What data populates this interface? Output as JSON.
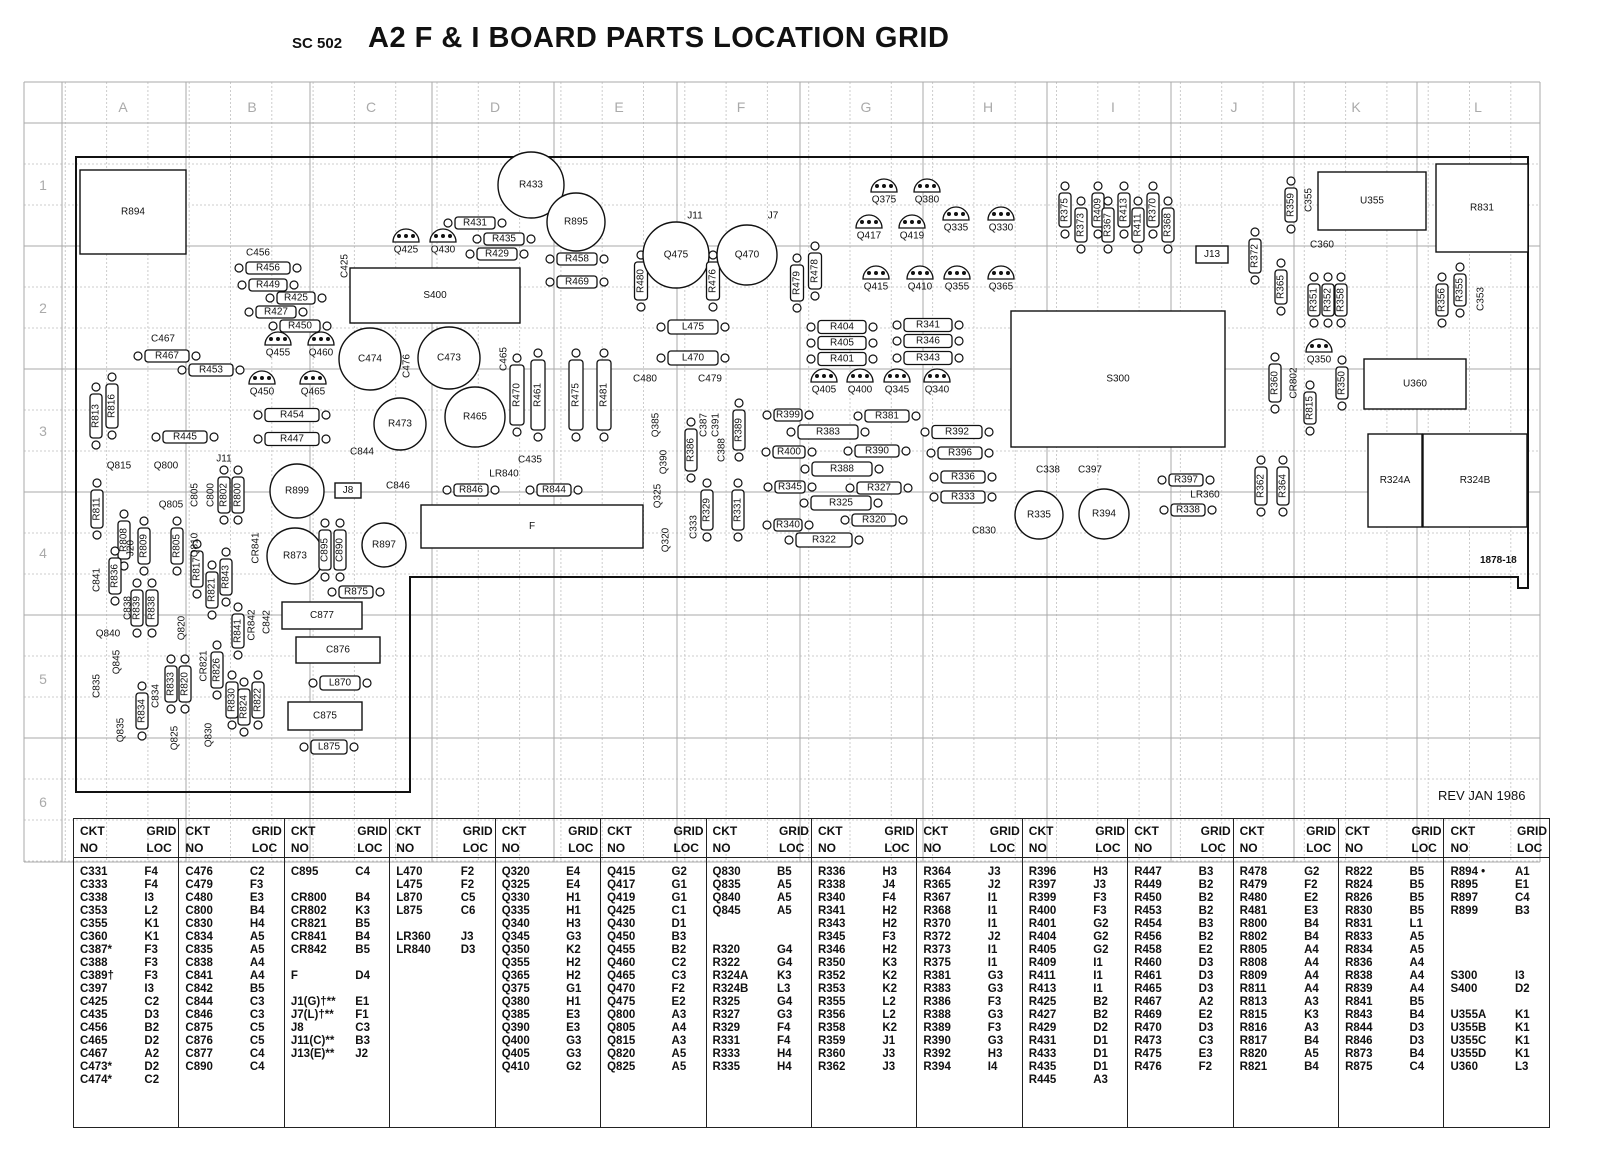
{
  "header": {
    "model": "SC 502",
    "title": "A2 F & I BOARD PARTS LOCATION GRID"
  },
  "grid": {
    "columns": [
      "A",
      "B",
      "C",
      "D",
      "E",
      "F",
      "G",
      "H",
      "I",
      "J",
      "K",
      "L"
    ],
    "rows": [
      "1",
      "2",
      "3",
      "4",
      "5",
      "6"
    ]
  },
  "board": {
    "assembly_number": "1878-18",
    "revision": "REV JAN 1986"
  },
  "component_labels": [
    "R894",
    "R433",
    "R431",
    "R895",
    "R435",
    "R429",
    "R458",
    "R469",
    "C456",
    "R456",
    "R449",
    "R425",
    "R427",
    "R450",
    "C467",
    "R467",
    "R453",
    "C425",
    "S400",
    "Q425",
    "Q430",
    "Q455",
    "Q460",
    "Q450",
    "Q465",
    "C474",
    "C476",
    "C473",
    "C465",
    "R470",
    "R461",
    "R475",
    "R481",
    "R454",
    "R447",
    "R445",
    "R473",
    "R465",
    "C435",
    "LR840",
    "C844",
    "J11",
    "J8",
    "C846",
    "R846",
    "R844",
    "R899",
    "R873",
    "R897",
    "C895",
    "C890",
    "R875",
    "C877",
    "C876",
    "L870",
    "C875",
    "L875",
    "F",
    "J11",
    "J7",
    "R480",
    "Q475",
    "R476",
    "Q470",
    "R479",
    "R478",
    "L475",
    "L470",
    "C480",
    "C479",
    "Q385",
    "Q390",
    "Q325",
    "Q320",
    "R386",
    "C387",
    "C391",
    "C388",
    "R389",
    "R329",
    "C333",
    "R331",
    "R399",
    "R383",
    "R400",
    "R388",
    "R345",
    "R325",
    "R340",
    "R322",
    "R381",
    "R390",
    "R327",
    "R320",
    "R392",
    "R396",
    "R336",
    "R333",
    "Q375",
    "Q380",
    "Q417",
    "Q419",
    "Q335",
    "Q330",
    "Q415",
    "Q410",
    "Q355",
    "Q365",
    "Q405",
    "Q400",
    "Q345",
    "Q340",
    "R404",
    "R405",
    "R401",
    "R341",
    "R346",
    "R343",
    "S300",
    "R375",
    "R373",
    "R409",
    "R367",
    "R413",
    "R411",
    "R370",
    "R368",
    "J13",
    "R372",
    "R365",
    "R359",
    "C355",
    "U355",
    "C360",
    "R831",
    "R351",
    "R352",
    "R358",
    "R356",
    "R355",
    "C353",
    "Q350",
    "R360",
    "CR802",
    "R350",
    "R815",
    "U360",
    "R324A",
    "R324B",
    "R362",
    "R364",
    "R397",
    "LR360",
    "R338",
    "C338",
    "C397",
    "R335",
    "R394",
    "C830",
    "R813",
    "R816",
    "Q815",
    "Q800",
    "R811",
    "R808",
    "R809",
    "C805",
    "R805",
    "C800",
    "R802",
    "R800",
    "CR841",
    "R817",
    "R821",
    "R843",
    "C841",
    "R836",
    "C838",
    "R839",
    "R838",
    "C842",
    "R841",
    "CR842",
    "Q820",
    "Q840",
    "C835",
    "Q845",
    "R834",
    "C834",
    "R833",
    "R820",
    "CR821",
    "R826",
    "R830",
    "R824",
    "R822",
    "Q835",
    "Q825",
    "Q830",
    "J20",
    "Q805",
    "Q810"
  ],
  "table": {
    "header_ckt": [
      "CKT",
      "NO"
    ],
    "header_grid": [
      "GRID",
      "LOC"
    ],
    "columns": [
      [
        [
          "C331",
          "F4"
        ],
        [
          "C333",
          "F4"
        ],
        [
          "C338",
          "I3"
        ],
        [
          "C353",
          "L2"
        ],
        [
          "C355",
          "K1"
        ],
        [
          "C360",
          "K1"
        ],
        [
          "C387*",
          "F3"
        ],
        [
          "C388",
          "F3"
        ],
        [
          "C389†",
          "F3"
        ],
        [
          "C397",
          "I3"
        ],
        [
          "C425",
          "C2"
        ],
        [
          "C435",
          "D3"
        ],
        [
          "C456",
          "B2"
        ],
        [
          "C465",
          "D2"
        ],
        [
          "C467",
          "A2"
        ],
        [
          "C473*",
          "D2"
        ],
        [
          "C474*",
          "C2"
        ]
      ],
      [
        [
          "C476",
          "C2"
        ],
        [
          "C479",
          "F3"
        ],
        [
          "C480",
          "E3"
        ],
        [
          "C800",
          "B4"
        ],
        [
          "C830",
          "H4"
        ],
        [
          "C834",
          "A5"
        ],
        [
          "C835",
          "A5"
        ],
        [
          "C838",
          "A4"
        ],
        [
          "C841",
          "A4"
        ],
        [
          "C842",
          "B5"
        ],
        [
          "C844",
          "C3"
        ],
        [
          "C846",
          "C3"
        ],
        [
          "C875",
          "C5"
        ],
        [
          "C876",
          "C5"
        ],
        [
          "C877",
          "C4"
        ],
        [
          "C890",
          "C4"
        ]
      ],
      [
        [
          "C895",
          "C4"
        ],
        [
          "",
          ""
        ],
        [
          "CR800",
          "B4"
        ],
        [
          "CR802",
          "K3"
        ],
        [
          "CR821",
          "B5"
        ],
        [
          "CR841",
          "B4"
        ],
        [
          "CR842",
          "B5"
        ],
        [
          "",
          ""
        ],
        [
          "F",
          "D4"
        ],
        [
          "",
          ""
        ],
        [
          "J1(G)†**",
          "E1"
        ],
        [
          "J7(L)†**",
          "F1"
        ],
        [
          "J8",
          "C3"
        ],
        [
          "J11(C)**",
          "B3"
        ],
        [
          "J13(E)**",
          "J2"
        ]
      ],
      [
        [
          "L470",
          "F2"
        ],
        [
          "L475",
          "F2"
        ],
        [
          "L870",
          "C5"
        ],
        [
          "L875",
          "C6"
        ],
        [
          "",
          ""
        ],
        [
          "LR360",
          "J3"
        ],
        [
          "LR840",
          "D3"
        ]
      ],
      [
        [
          "Q320",
          "E4"
        ],
        [
          "Q325",
          "E4"
        ],
        [
          "Q330",
          "H1"
        ],
        [
          "Q335",
          "H1"
        ],
        [
          "Q340",
          "H3"
        ],
        [
          "Q345",
          "G3"
        ],
        [
          "Q350",
          "K2"
        ],
        [
          "Q355",
          "H2"
        ],
        [
          "Q365",
          "H2"
        ],
        [
          "Q375",
          "G1"
        ],
        [
          "Q380",
          "H1"
        ],
        [
          "Q385",
          "E3"
        ],
        [
          "Q390",
          "E3"
        ],
        [
          "Q400",
          "G3"
        ],
        [
          "Q405",
          "G3"
        ],
        [
          "Q410",
          "G2"
        ]
      ],
      [
        [
          "Q415",
          "G2"
        ],
        [
          "Q417",
          "G1"
        ],
        [
          "Q419",
          "G1"
        ],
        [
          "Q425",
          "C1"
        ],
        [
          "Q430",
          "D1"
        ],
        [
          "Q450",
          "B3"
        ],
        [
          "Q455",
          "B2"
        ],
        [
          "Q460",
          "C2"
        ],
        [
          "Q465",
          "C3"
        ],
        [
          "Q470",
          "F2"
        ],
        [
          "Q475",
          "E2"
        ],
        [
          "Q800",
          "A3"
        ],
        [
          "Q805",
          "A4"
        ],
        [
          "Q815",
          "A3"
        ],
        [
          "Q820",
          "A5"
        ],
        [
          "Q825",
          "A5"
        ]
      ],
      [
        [
          "Q830",
          "B5"
        ],
        [
          "Q835",
          "A5"
        ],
        [
          "Q840",
          "A5"
        ],
        [
          "Q845",
          "A5"
        ],
        [
          "",
          ""
        ],
        [
          "",
          ""
        ],
        [
          "R320",
          "G4"
        ],
        [
          "R322",
          "G4"
        ],
        [
          "R324A",
          "K3"
        ],
        [
          "R324B",
          "L3"
        ],
        [
          "R325",
          "G4"
        ],
        [
          "R327",
          "G3"
        ],
        [
          "R329",
          "F4"
        ],
        [
          "R331",
          "F4"
        ],
        [
          "R333",
          "H4"
        ],
        [
          "R335",
          "H4"
        ]
      ],
      [
        [
          "R336",
          "H3"
        ],
        [
          "R338",
          "J4"
        ],
        [
          "R340",
          "F4"
        ],
        [
          "R341",
          "H2"
        ],
        [
          "R343",
          "H2"
        ],
        [
          "R345",
          "F3"
        ],
        [
          "R346",
          "H2"
        ],
        [
          "R350",
          "K3"
        ],
        [
          "R352",
          "K2"
        ],
        [
          "R353",
          "K2"
        ],
        [
          "R355",
          "L2"
        ],
        [
          "R356",
          "L2"
        ],
        [
          "R358",
          "K2"
        ],
        [
          "R359",
          "J1"
        ],
        [
          "R360",
          "J3"
        ],
        [
          "R362",
          "J3"
        ]
      ],
      [
        [
          "R364",
          "J3"
        ],
        [
          "R365",
          "J2"
        ],
        [
          "R367",
          "I1"
        ],
        [
          "R368",
          "I1"
        ],
        [
          "R370",
          "I1"
        ],
        [
          "R372",
          "J2"
        ],
        [
          "R373",
          "I1"
        ],
        [
          "R375",
          "I1"
        ],
        [
          "R381",
          "G3"
        ],
        [
          "R383",
          "G3"
        ],
        [
          "R386",
          "F3"
        ],
        [
          "R388",
          "G3"
        ],
        [
          "R389",
          "F3"
        ],
        [
          "R390",
          "G3"
        ],
        [
          "R392",
          "H3"
        ],
        [
          "R394",
          "I4"
        ]
      ],
      [
        [
          "R396",
          "H3"
        ],
        [
          "R397",
          "J3"
        ],
        [
          "R399",
          "F3"
        ],
        [
          "R400",
          "F3"
        ],
        [
          "R401",
          "G2"
        ],
        [
          "R404",
          "G2"
        ],
        [
          "R405",
          "G2"
        ],
        [
          "R409",
          "I1"
        ],
        [
          "R411",
          "I1"
        ],
        [
          "R413",
          "I1"
        ],
        [
          "R425",
          "B2"
        ],
        [
          "R427",
          "B2"
        ],
        [
          "R429",
          "D2"
        ],
        [
          "R431",
          "D1"
        ],
        [
          "R433",
          "D1"
        ],
        [
          "R435",
          "D1"
        ],
        [
          "R445",
          "A3"
        ]
      ],
      [
        [
          "R447",
          "B3"
        ],
        [
          "R449",
          "B2"
        ],
        [
          "R450",
          "B2"
        ],
        [
          "R453",
          "B2"
        ],
        [
          "R454",
          "B3"
        ],
        [
          "R456",
          "B2"
        ],
        [
          "R458",
          "E2"
        ],
        [
          "R460",
          "D3"
        ],
        [
          "R461",
          "D3"
        ],
        [
          "R465",
          "D3"
        ],
        [
          "R467",
          "A2"
        ],
        [
          "R469",
          "E2"
        ],
        [
          "R470",
          "D3"
        ],
        [
          "R473",
          "C3"
        ],
        [
          "R475",
          "E3"
        ],
        [
          "R476",
          "F2"
        ]
      ],
      [
        [
          "R478",
          "G2"
        ],
        [
          "R479",
          "F2"
        ],
        [
          "R480",
          "E2"
        ],
        [
          "R481",
          "E3"
        ],
        [
          "R800",
          "B4"
        ],
        [
          "R802",
          "B4"
        ],
        [
          "R805",
          "A4"
        ],
        [
          "R808",
          "A4"
        ],
        [
          "R809",
          "A4"
        ],
        [
          "R811",
          "A4"
        ],
        [
          "R813",
          "A3"
        ],
        [
          "R815",
          "K3"
        ],
        [
          "R816",
          "A3"
        ],
        [
          "R817",
          "B4"
        ],
        [
          "R820",
          "A5"
        ],
        [
          "R821",
          "B4"
        ]
      ],
      [
        [
          "R822",
          "B5"
        ],
        [
          "R824",
          "B5"
        ],
        [
          "R826",
          "B5"
        ],
        [
          "R830",
          "B5"
        ],
        [
          "R831",
          "L1"
        ],
        [
          "R833",
          "A5"
        ],
        [
          "R834",
          "A5"
        ],
        [
          "R836",
          "A4"
        ],
        [
          "R838",
          "A4"
        ],
        [
          "R839",
          "A4"
        ],
        [
          "R841",
          "B5"
        ],
        [
          "R843",
          "B4"
        ],
        [
          "R844",
          "D3"
        ],
        [
          "R846",
          "D3"
        ],
        [
          "R873",
          "B4"
        ],
        [
          "R875",
          "C4"
        ]
      ],
      [
        [
          "R894 •",
          "A1"
        ],
        [
          "R895",
          "E1"
        ],
        [
          "R897",
          "C4"
        ],
        [
          "R899",
          "B3"
        ],
        [
          "",
          ""
        ],
        [
          "",
          ""
        ],
        [
          "",
          ""
        ],
        [
          "",
          ""
        ],
        [
          "S300",
          "I3"
        ],
        [
          "S400",
          "D2"
        ],
        [
          "",
          ""
        ],
        [
          "U355A",
          "K1"
        ],
        [
          "U355B",
          "K1"
        ],
        [
          "U355C",
          "K1"
        ],
        [
          "U355D",
          "K1"
        ],
        [
          "U360",
          "L3"
        ]
      ]
    ]
  }
}
